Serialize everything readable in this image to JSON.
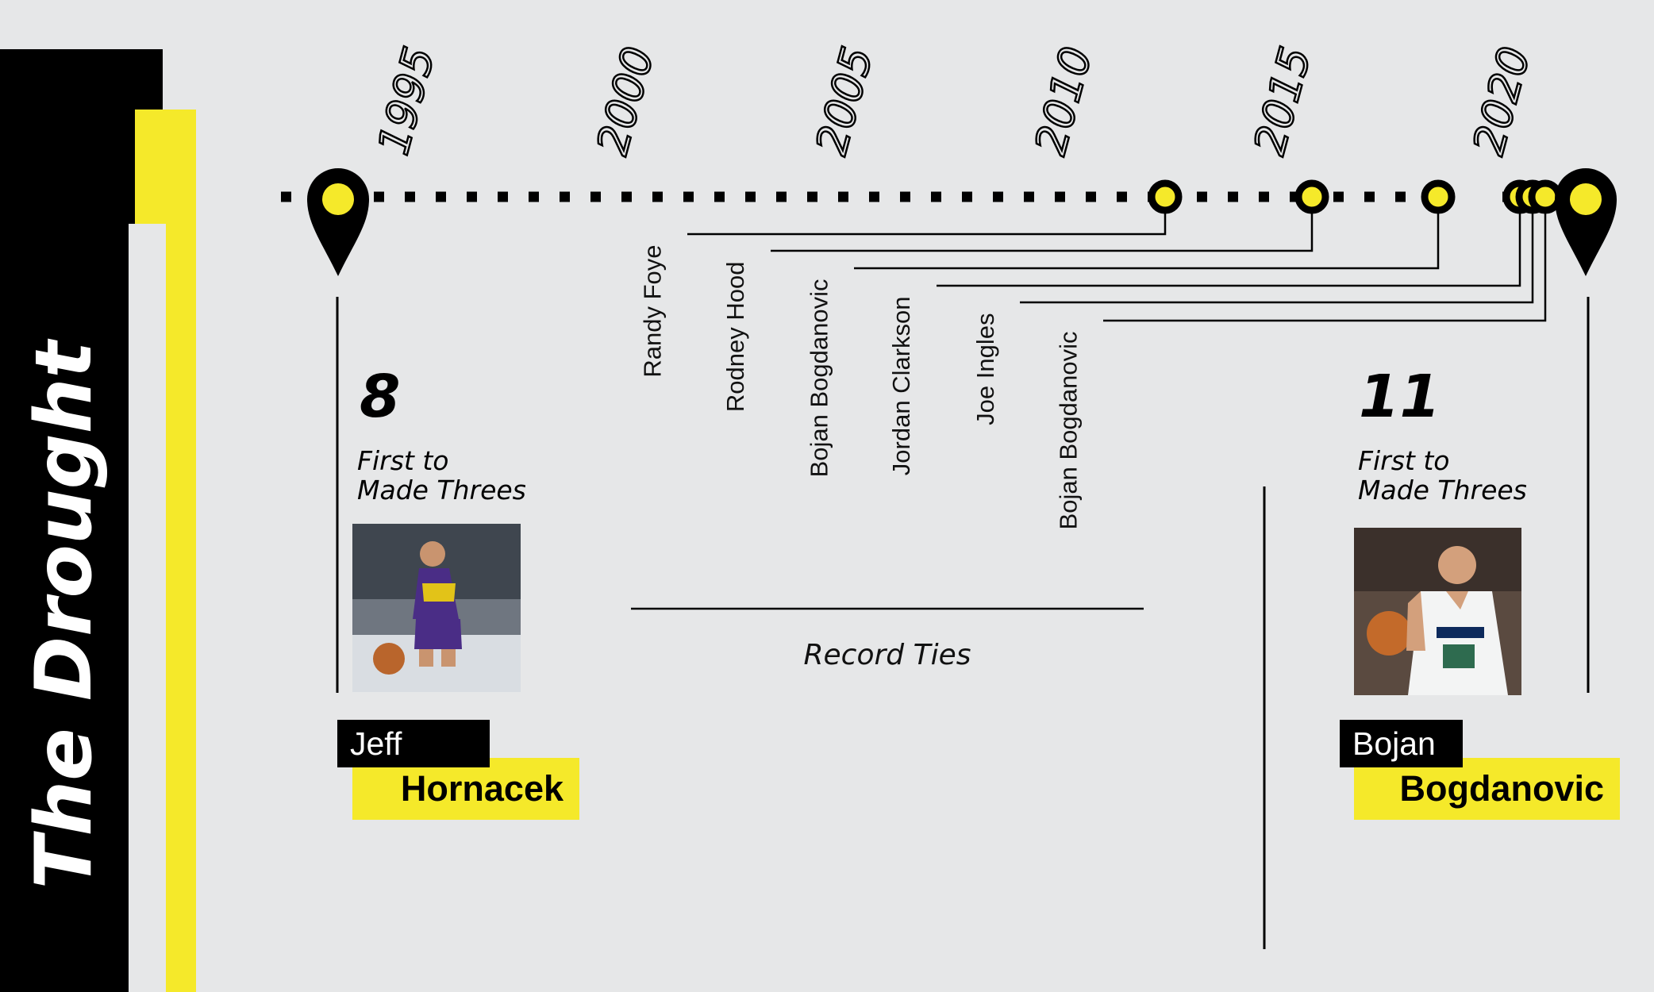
{
  "title": "The Drought",
  "years": [
    "1995",
    "2000",
    "2005",
    "2010",
    "2015",
    "2020"
  ],
  "tie_players": [
    "Randy Foye",
    "Rodney Hood",
    "Bojan Bogdanovic",
    "Jordan Clarkson",
    "Joe Ingles",
    "Bojan Bogdanovic"
  ],
  "record_label": "Record Ties",
  "left_record": {
    "value": "8",
    "caption": "First to Made Threes",
    "first_name": "Jeff",
    "last_name": "Hornacek"
  },
  "right_record": {
    "value": "11",
    "caption": "First to Made Threes",
    "first_name": "Bojan",
    "last_name": "Bogdanovic"
  },
  "colors": {
    "accent": "#f5e92a",
    "ink": "#000000",
    "background": "#e6e7e8"
  }
}
